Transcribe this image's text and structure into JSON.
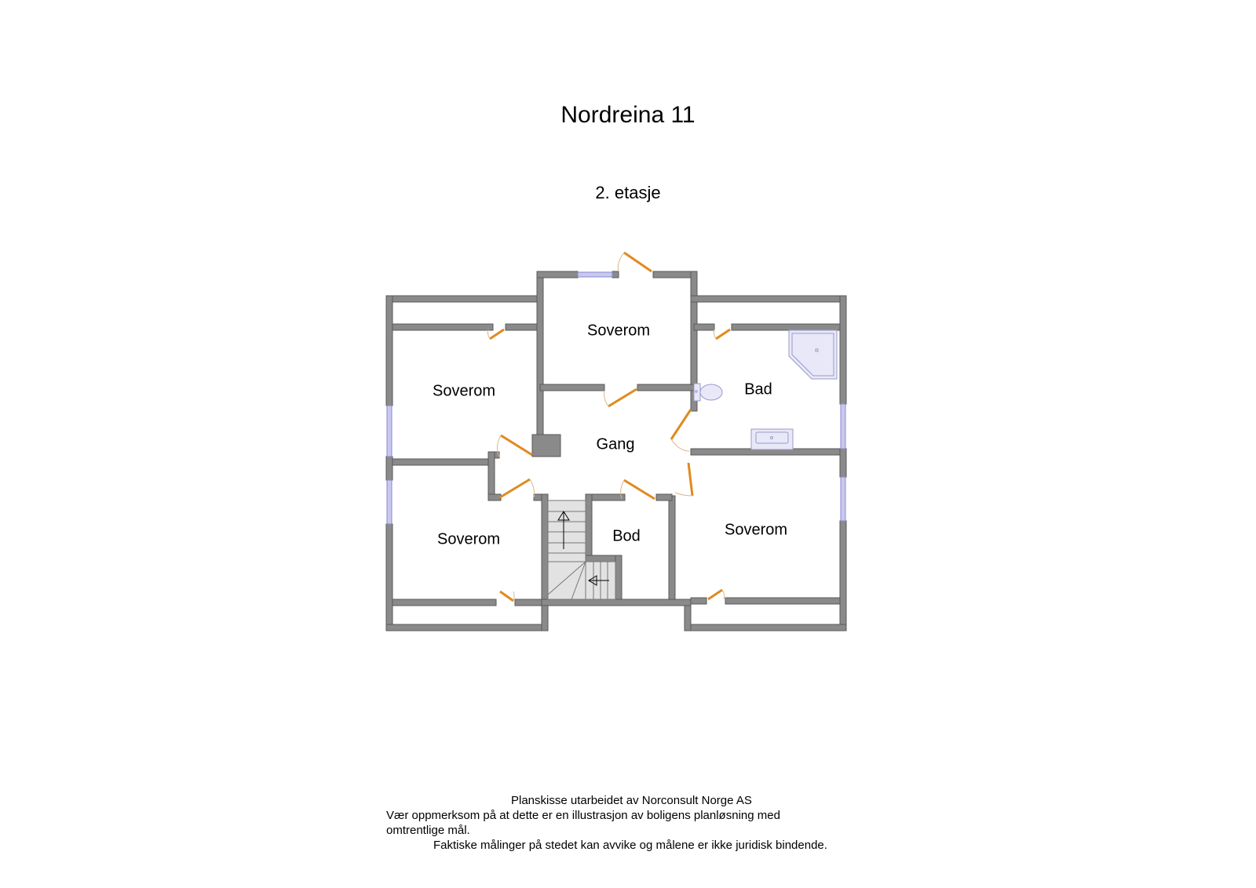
{
  "header": {
    "title": "Nordreina 11",
    "floor": "2.  etasje"
  },
  "colors": {
    "wall": "#8a8a8a",
    "wall_dark": "#6e6e6e",
    "door": "#e08a1e",
    "window": "#c8c8f0",
    "fixture": "#e8e8f8",
    "stair": "#e2e2e2"
  },
  "rooms": [
    {
      "id": "soverom-top",
      "label": "Soverom"
    },
    {
      "id": "soverom-left-upper",
      "label": "Soverom"
    },
    {
      "id": "bad",
      "label": "Bad"
    },
    {
      "id": "gang",
      "label": "Gang"
    },
    {
      "id": "soverom-left-lower",
      "label": "Soverom"
    },
    {
      "id": "bod",
      "label": "Bod"
    },
    {
      "id": "soverom-right-lower",
      "label": "Soverom"
    }
  ],
  "footer": {
    "line1": "Planskisse utarbeidet av Norconsult Norge AS",
    "line2": "Vær oppmerksom på at dette er en illustrasjon av boligens planløsning med",
    "line3": "omtrentlige mål.",
    "line4": "Faktiske målinger på stedet kan avvike og målene er ikke juridisk bindende."
  }
}
